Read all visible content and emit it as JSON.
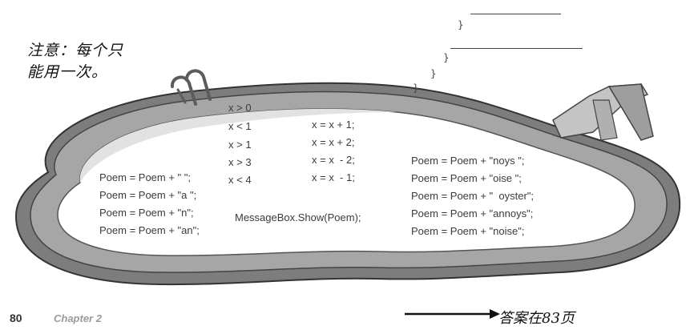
{
  "note": {
    "line1": "注意：每个只",
    "line2": "能用一次。"
  },
  "code_braces": [
    "}",
    "}",
    "}",
    "}"
  ],
  "snippets": {
    "conditions": [
      "x > 0",
      "x < 1",
      "x > 1",
      "x > 3",
      "x < 4"
    ],
    "increments": [
      "x = x + 1;",
      "x = x + 2;",
      "x = x  - 2;",
      "x = x  - 1;"
    ],
    "poem_left": [
      "Poem = Poem + \" \";",
      "Poem = Poem + \"a \";",
      "Poem = Poem + \"n\";",
      "Poem = Poem + \"an\";"
    ],
    "message_box": "MessageBox.Show(Poem);",
    "poem_right": [
      "Poem = Poem + \"noys \";",
      "Poem = Poem + \"oise \";",
      "Poem = Poem + \"  oyster\";",
      "Poem = Poem + \"annoys\";",
      "Poem = Poem + \"noise\";"
    ]
  },
  "footer": {
    "page_number": "80",
    "chapter_label": "Chapter 2",
    "answer_note": "答案在83页"
  },
  "colors": {
    "pool_rim": "#8a8a8a",
    "pool_rim_dark": "#5e5e5e",
    "pool_inner": "#ffffff",
    "ladder": "#6f6f6f",
    "slide": "#b9b9b9"
  }
}
